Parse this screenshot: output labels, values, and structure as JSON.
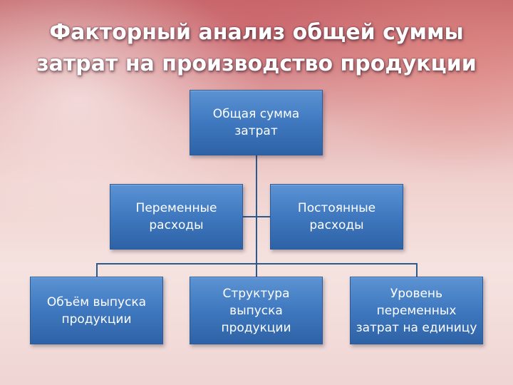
{
  "title": {
    "line1": "Факторный анализ общей суммы",
    "line2": "затрат на производство продукции"
  },
  "diagram": {
    "root": "Общая сумма\nзатрат",
    "level2": [
      "Переменные\nрасходы",
      "Постоянные\nрасходы"
    ],
    "level3": [
      "Объём выпуска\nпродукции",
      "Структура выпуска\nпродукции",
      "Уровень\nпеременных\nзатрат на единицу"
    ]
  },
  "colors": {
    "box_fill": "#3f78bf",
    "box_border": "#2b5a96",
    "connector": "#2a5a8e",
    "title_text": "#ffffff"
  }
}
